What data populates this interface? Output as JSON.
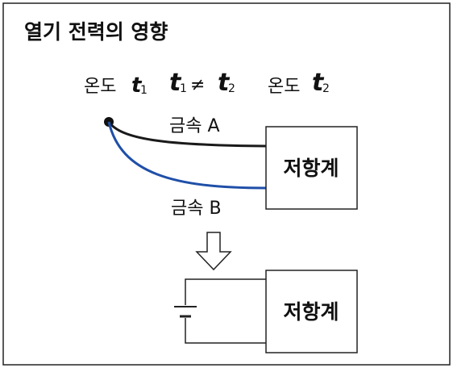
{
  "title": "열기 전력의 영향",
  "labels": {
    "temp_left": "온도",
    "temp_left_var": "t",
    "temp_left_sub": "1",
    "condition_var1": "t",
    "condition_sub1": "1",
    "condition_neq": "≠",
    "condition_var2": "t",
    "condition_sub2": "2",
    "temp_right": "온도",
    "temp_right_var": "t",
    "temp_right_sub": "2",
    "metal_a": "금속 A",
    "metal_b": "금속 B"
  },
  "boxes": {
    "top": "저항계",
    "bottom": "저항계"
  },
  "colors": {
    "wire_a": "#1a1a1a",
    "wire_b": "#1f4fa8",
    "border": "#222222"
  }
}
